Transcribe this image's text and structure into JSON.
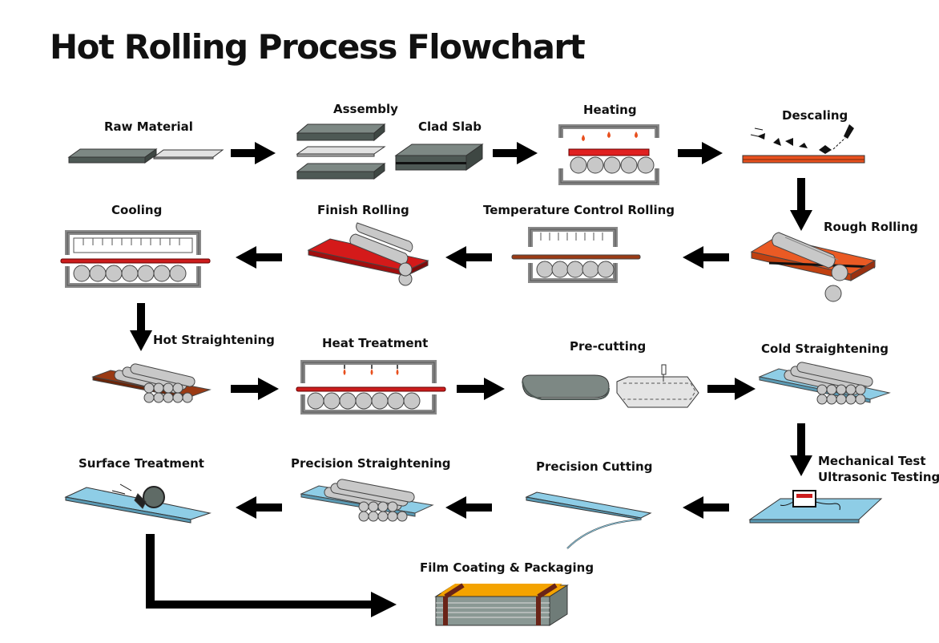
{
  "title": "Hot Rolling Process Flowchart",
  "steps": {
    "raw_material": "Raw Material",
    "assembly": "Assembly",
    "clad_slab": "Clad Slab",
    "heating": "Heating",
    "descaling": "Descaling",
    "rough_rolling": "Rough Rolling",
    "temperature_control_rolling": "Temperature Control Rolling",
    "finish_rolling": "Finish Rolling",
    "cooling": "Cooling",
    "hot_straightening": "Hot Straightening",
    "heat_treatment": "Heat Treatment",
    "pre_cutting": "Pre-cutting",
    "cold_straightening": "Cold Straightening",
    "mechanical_test": "Mechanical Test",
    "ultrasonic_testing": "Ultrasonic Testing",
    "precision_cutting": "Precision Cutting",
    "precision_straightening": "Precision Straightening",
    "surface_treatment": "Surface Treatment",
    "film_coating_packaging": "Film Coating & Packaging"
  },
  "colors": {
    "steel_dark": "#5f6b66",
    "steel_light": "#d4d4d4",
    "hot_orange": "#e8501e",
    "hot_red": "#cc1c1c",
    "brown": "#9a3a14",
    "blue": "#8ecde6",
    "orange_pack": "#f4a300",
    "roller": "#c8c8c8",
    "arrow": "#000000"
  }
}
